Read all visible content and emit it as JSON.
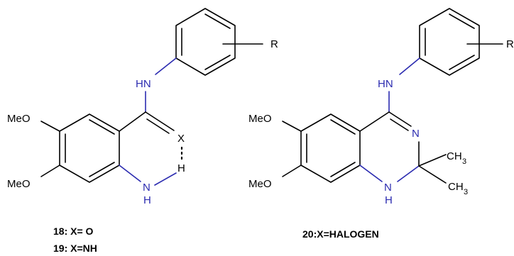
{
  "structure_left": {
    "substituent_r": "R",
    "amine_label": "HN",
    "methoxy_top": "MeO",
    "methoxy_bottom": "MeO",
    "x_label": "X",
    "h_label": "H",
    "nh_n": "N",
    "nh_h": "H"
  },
  "structure_right": {
    "substituent_r": "R",
    "amine_label": "HN",
    "methoxy_top": "MeO",
    "methoxy_bottom": "MeO",
    "ring_n": "N",
    "ring_nh_n": "N",
    "ring_nh_h": "H",
    "methyl_1": "CH",
    "methyl_1_sub": "3",
    "methyl_2": "CH",
    "methyl_2_sub": "3"
  },
  "captions": {
    "compound_18": "18:  X= O",
    "compound_19": "19: X=NH",
    "compound_20": "20:X=HALOGEN"
  },
  "colors": {
    "bond": "#000000",
    "nitrogen": "#2b2bb0"
  }
}
